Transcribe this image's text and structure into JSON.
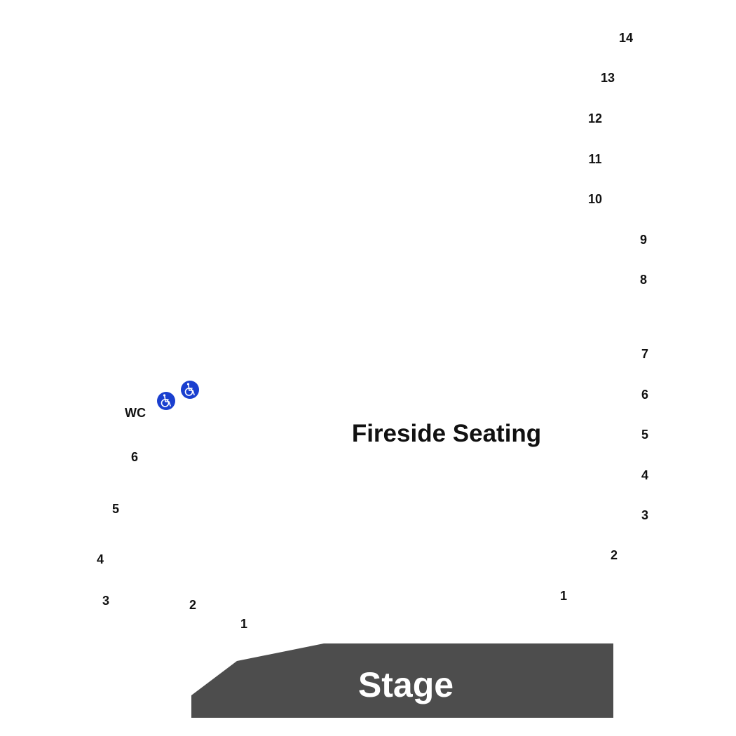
{
  "section": {
    "name": "Fireside Seating"
  },
  "stage": {
    "label": "Stage",
    "color": "#4d4d4d"
  },
  "accessibility": {
    "wc_label": "WC",
    "icon_color": "#1a3fcf",
    "icons": [
      "wheelchair-icon",
      "wheelchair-icon"
    ]
  },
  "rows": {
    "left": [
      "1",
      "2",
      "3",
      "4",
      "5",
      "6"
    ],
    "right": [
      "1",
      "2",
      "3",
      "4",
      "5",
      "6",
      "7",
      "8",
      "9",
      "10",
      "11",
      "12",
      "13",
      "14"
    ]
  }
}
